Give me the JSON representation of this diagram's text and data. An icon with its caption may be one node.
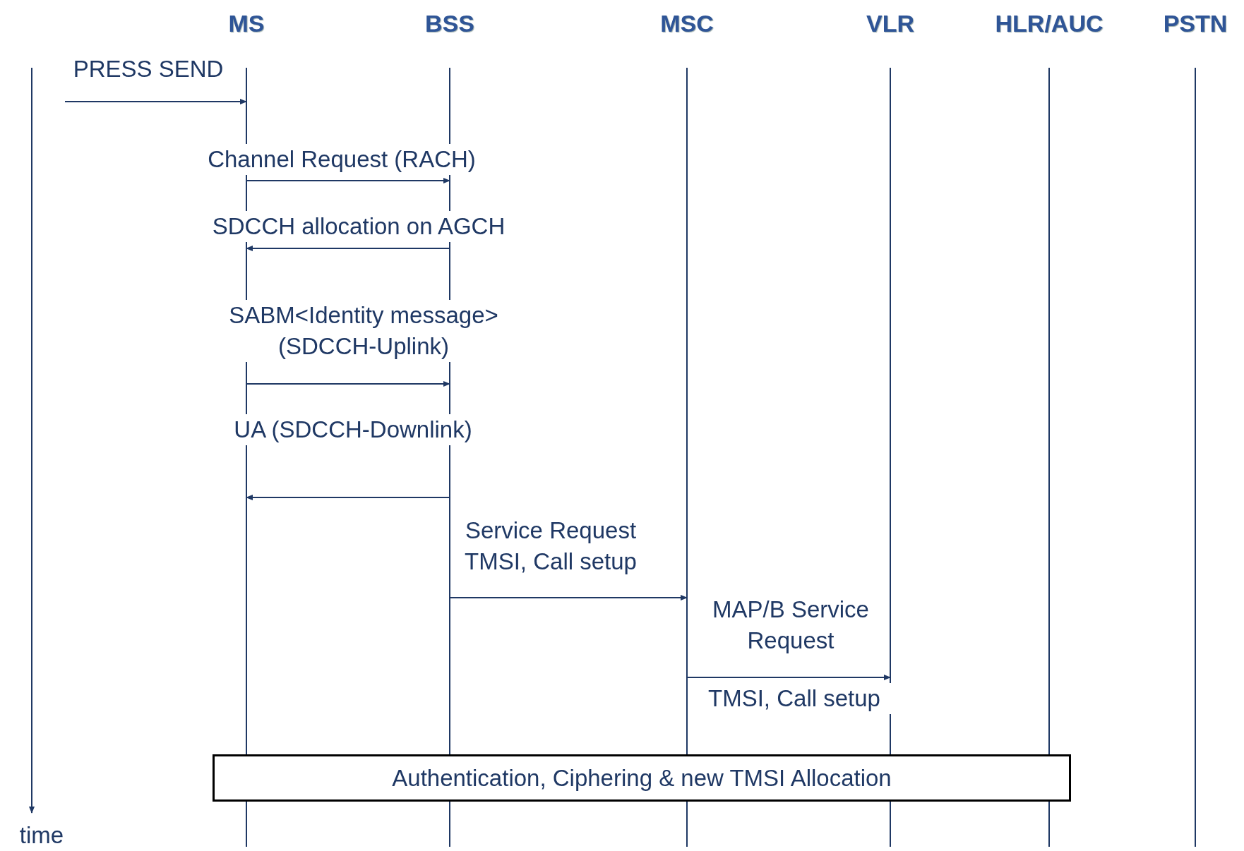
{
  "diagram": {
    "nodes": [
      {
        "text": [
          "MS"
        ]
      },
      {
        "text": [
          "BSS"
        ]
      },
      {
        "text": [
          "MSC"
        ]
      },
      {
        "text": [
          "VLR"
        ]
      },
      {
        "text": [
          "HLR/AUC"
        ]
      },
      {
        "text": [
          "PSTN"
        ]
      },
      {
        "text": [
          "Authentication, Ciphering & new TMSI Allocation"
        ]
      }
    ],
    "edges": [
      {
        "from": null,
        "to": 0,
        "arrow": "to",
        "label": "PRESS SEND"
      },
      {
        "from": 0,
        "to": 1,
        "arrow": "to",
        "label": "Channel Request (RACH)"
      },
      {
        "from": 1,
        "to": 0,
        "arrow": "to",
        "label": "SDCCH allocation on AGCH"
      },
      {
        "from": 0,
        "to": 1,
        "arrow": "to",
        "label": "SABM<Identity message> (SDCCH-Uplink)"
      },
      {
        "from": 1,
        "to": 0,
        "arrow": "to",
        "label": "UA (SDCCH-Downlink)"
      },
      {
        "from": 1,
        "to": 2,
        "arrow": "to",
        "label": "Service Request TMSI, Call setup"
      },
      {
        "from": 2,
        "to": 3,
        "arrow": "to",
        "label": "MAP/B Service Request"
      }
    ],
    "labels": [
      "TMSI, Call setup",
      "time"
    ]
  }
}
